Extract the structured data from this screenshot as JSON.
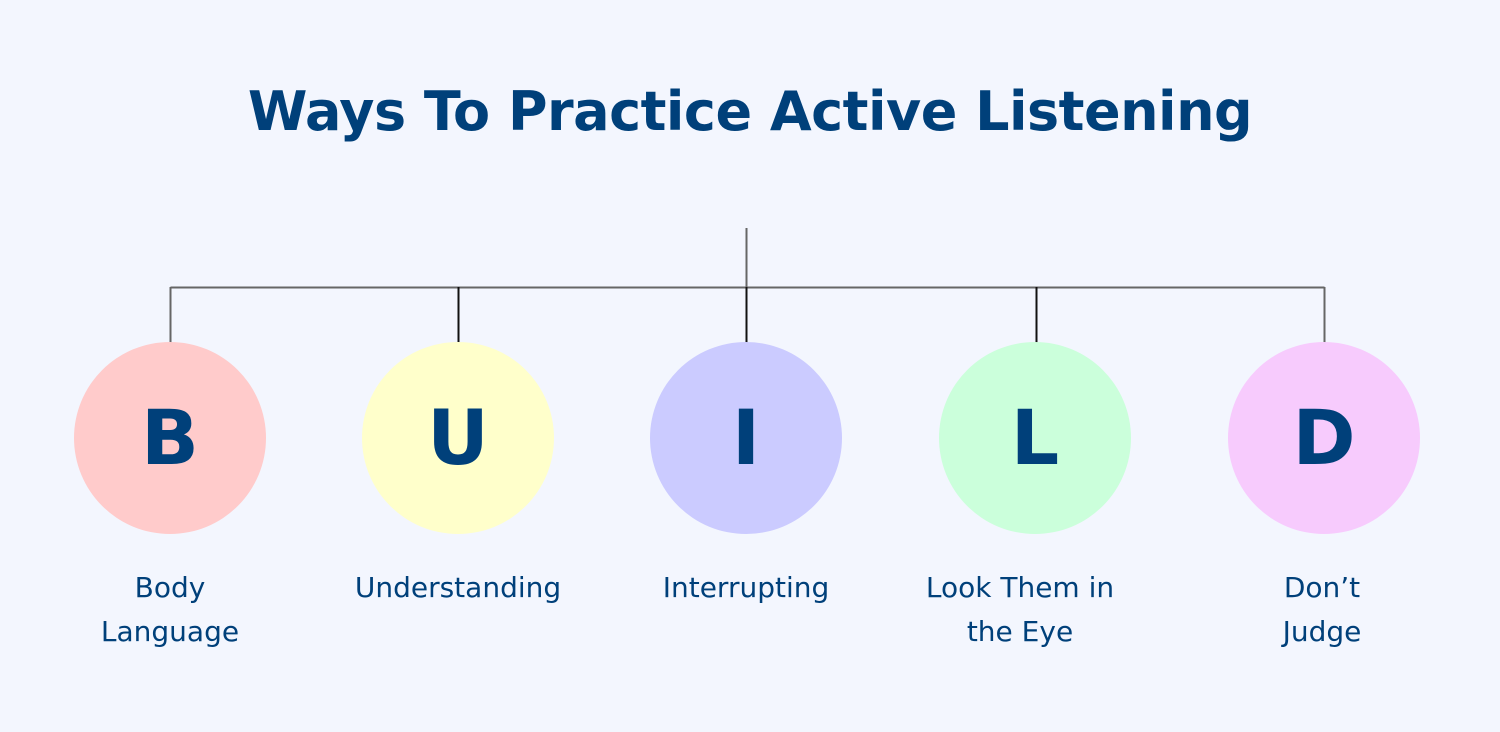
{
  "title": "Ways To Practice Active Listening",
  "colors": {
    "background": "#f3f6fe",
    "text": "#00407a",
    "connector_gray": "#666666",
    "connector_black": "#111111"
  },
  "items": [
    {
      "letter": "B",
      "label_line1": "Body",
      "label_line2": "Language",
      "color": "#ffcbcb"
    },
    {
      "letter": "U",
      "label_line1": "Understanding",
      "label_line2": "",
      "color": "#ffffcb"
    },
    {
      "letter": "I",
      "label_line1": "Interrupting",
      "label_line2": "",
      "color": "#cbcbff"
    },
    {
      "letter": "L",
      "label_line1": "Look Them in",
      "label_line2": "the Eye",
      "color": "#cbffdb"
    },
    {
      "letter": "D",
      "label_line1": "Don’t",
      "label_line2": "Judge",
      "color": "#f7cbfd"
    }
  ]
}
